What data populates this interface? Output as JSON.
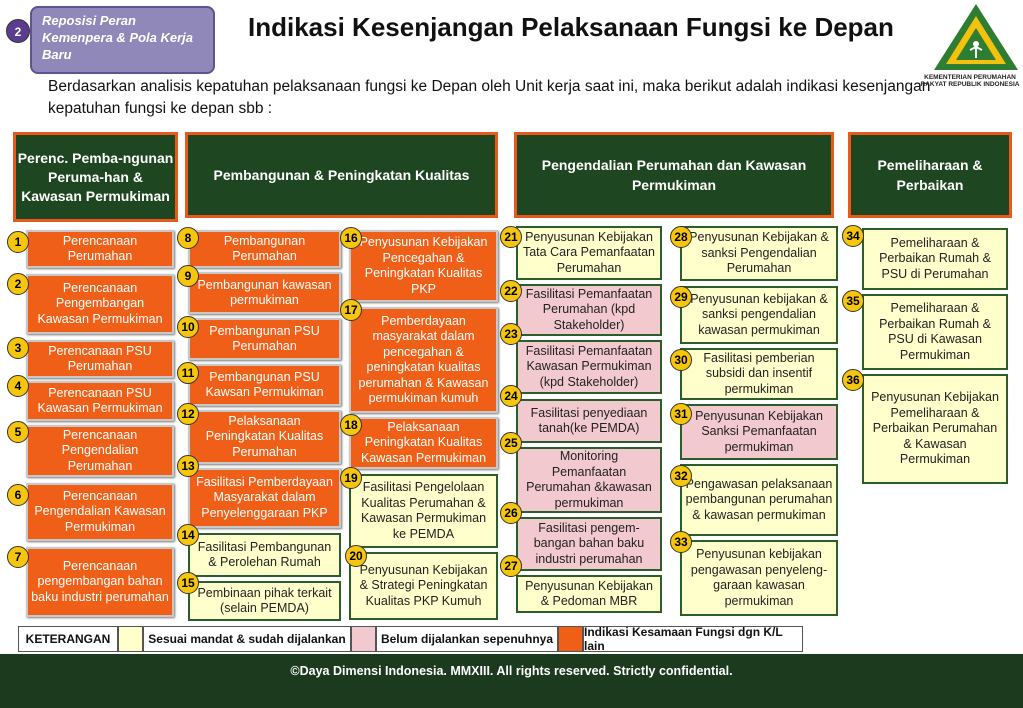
{
  "slide": {
    "tab_number": "2",
    "tab_text": "Reposisi Peran Kemenpera & Pola Kerja Baru",
    "title": "Indikasi Kesenjangan Pelaksanaan Fungsi ke Depan",
    "intro": "Berdasarkan analisis kepatuhan pelaksanaan fungsi ke Depan oleh Unit kerja saat ini, maka berikut adalah indikasi kesenjangan kepatuhan fungsi ke depan sbb :",
    "logo_text": "KEMENTERIAN PERUMAHAN RAKYAT REPUBLIK INDONESIA"
  },
  "headers": {
    "perencanaan": "Perenc. Pemba-ngunan Peruma-han & Kawasan Permukiman",
    "pembangunan": "Pembangunan & Peningkatan Kualitas",
    "pengendalian": "Pengendalian Perumahan dan Kawasan Permukiman",
    "pemeliharaan": "Pemeliharaan & Perbaikan"
  },
  "items": [
    {
      "n": "1",
      "text": "Perencanaan Perumahan"
    },
    {
      "n": "2",
      "text": "Perencanaan Pengembangan Kawasan Permukiman"
    },
    {
      "n": "3",
      "text": "Perencanaan  PSU Perumahan"
    },
    {
      "n": "4",
      "text": "Perencanaan PSU Kawasan Permukiman"
    },
    {
      "n": "5",
      "text": "Perencanaan Pengendalian Perumahan"
    },
    {
      "n": "6",
      "text": "Perencanaan Pengendalian Kawasan Permukiman"
    },
    {
      "n": "7",
      "text": "Perencanaan pengembangan bahan baku industri perumahan"
    },
    {
      "n": "8",
      "text": "Pembangunan Perumahan"
    },
    {
      "n": "9",
      "text": "Pembangunan kawasan permukiman"
    },
    {
      "n": "10",
      "text": "Pembangunan PSU Perumahan"
    },
    {
      "n": "11",
      "text": "Pembangunan PSU Kawsan Permukiman"
    },
    {
      "n": "12",
      "text": "Pelaksanaan Peningkatan Kualitas Perumahan"
    },
    {
      "n": "13",
      "text": "Fasilitasi Pemberdayaan Masyarakat dalam Penyelenggaraan PKP"
    },
    {
      "n": "14",
      "text": "Fasilitasi Pembangunan & Perolehan Rumah"
    },
    {
      "n": "15",
      "text": "Pembinaan pihak terkait (selain PEMDA)"
    },
    {
      "n": "16",
      "text": "Penyusunan Kebijakan Pencegahan & Peningkatan Kualitas PKP"
    },
    {
      "n": "17",
      "text": "Pemberdayaan masyarakat dalam pencegahan & peningkatan kualitas perumahan & Kawasan permukiman kumuh"
    },
    {
      "n": "18",
      "text": "Pelaksanaan Peningkatan Kualitas Kawasan Permukiman"
    },
    {
      "n": "19",
      "text": "Fasilitasi Pengelolaan Kualitas Perumahan & Kawasan Permukiman ke PEMDA"
    },
    {
      "n": "20",
      "text": "Penyusunan Kebijakan & Strategi Peningkatan Kualitas PKP Kumuh"
    },
    {
      "n": "21",
      "text": "Penyusunan Kebijakan Tata Cara  Pemanfaatan Perumahan"
    },
    {
      "n": "22",
      "text": "Fasilitasi Pemanfaatan Perumahan (kpd Stakeholder)"
    },
    {
      "n": "23",
      "text": "Fasilitasi Pemanfaatan Kawasan Permukiman (kpd Stakeholder)"
    },
    {
      "n": "24",
      "text": "Fasilitasi penyediaan tanah(ke PEMDA)"
    },
    {
      "n": "25",
      "text": "Monitoring Pemanfaatan Perumahan &kawasan permukiman"
    },
    {
      "n": "26",
      "text": "Fasilitasi pengem-bangan bahan baku industri perumahan"
    },
    {
      "n": "27",
      "text": "Penyusunan Kebijakan &  Pedoman MBR"
    },
    {
      "n": "28",
      "text": "Penyusunan Kebijakan & sanksi Pengendalian Perumahan"
    },
    {
      "n": "29",
      "text": "Penyusunan kebijakan & sanksi pengendalian kawasan permukiman"
    },
    {
      "n": "30",
      "text": "Fasilitasi pemberian subsidi dan insentif permukiman"
    },
    {
      "n": "31",
      "text": "Penyusunan Kebijakan Sanksi Pemanfaatan permukiman"
    },
    {
      "n": "32",
      "text": "Pengawasan pelaksanaan pembangunan perumahan & kawasan permukiman"
    },
    {
      "n": "33",
      "text": "Penyusunan kebijakan pengawasan penyeleng-garaan kawasan permukiman"
    },
    {
      "n": "34",
      "text": "Pemeliharaan & Perbaikan Rumah  & PSU di Perumahan"
    },
    {
      "n": "35",
      "text": "Pemeliharaan & Perbaikan Rumah & PSU di Kawasan Permukiman"
    },
    {
      "n": "36",
      "text": "Penyusunan Kebijakan Pemeliharaan & Perbaikan Perumahan & Kawasan Permukiman"
    }
  ],
  "legend": {
    "title": "KETERANGAN",
    "yellow": "Sesuai mandat & sudah dijalankan",
    "pink": "Belum dijalankan sepenuhnya",
    "orange": "Indikasi Kesamaan Fungsi dgn K/L lain"
  },
  "colors": {
    "yellow": "#ffffcc",
    "pink": "#f2c9cf",
    "orange": "#ef5f17",
    "header_green": "#1e4620"
  },
  "footer": "©Daya Dimensi Indonesia. MMXIII. All rights reserved. Strictly confidential."
}
